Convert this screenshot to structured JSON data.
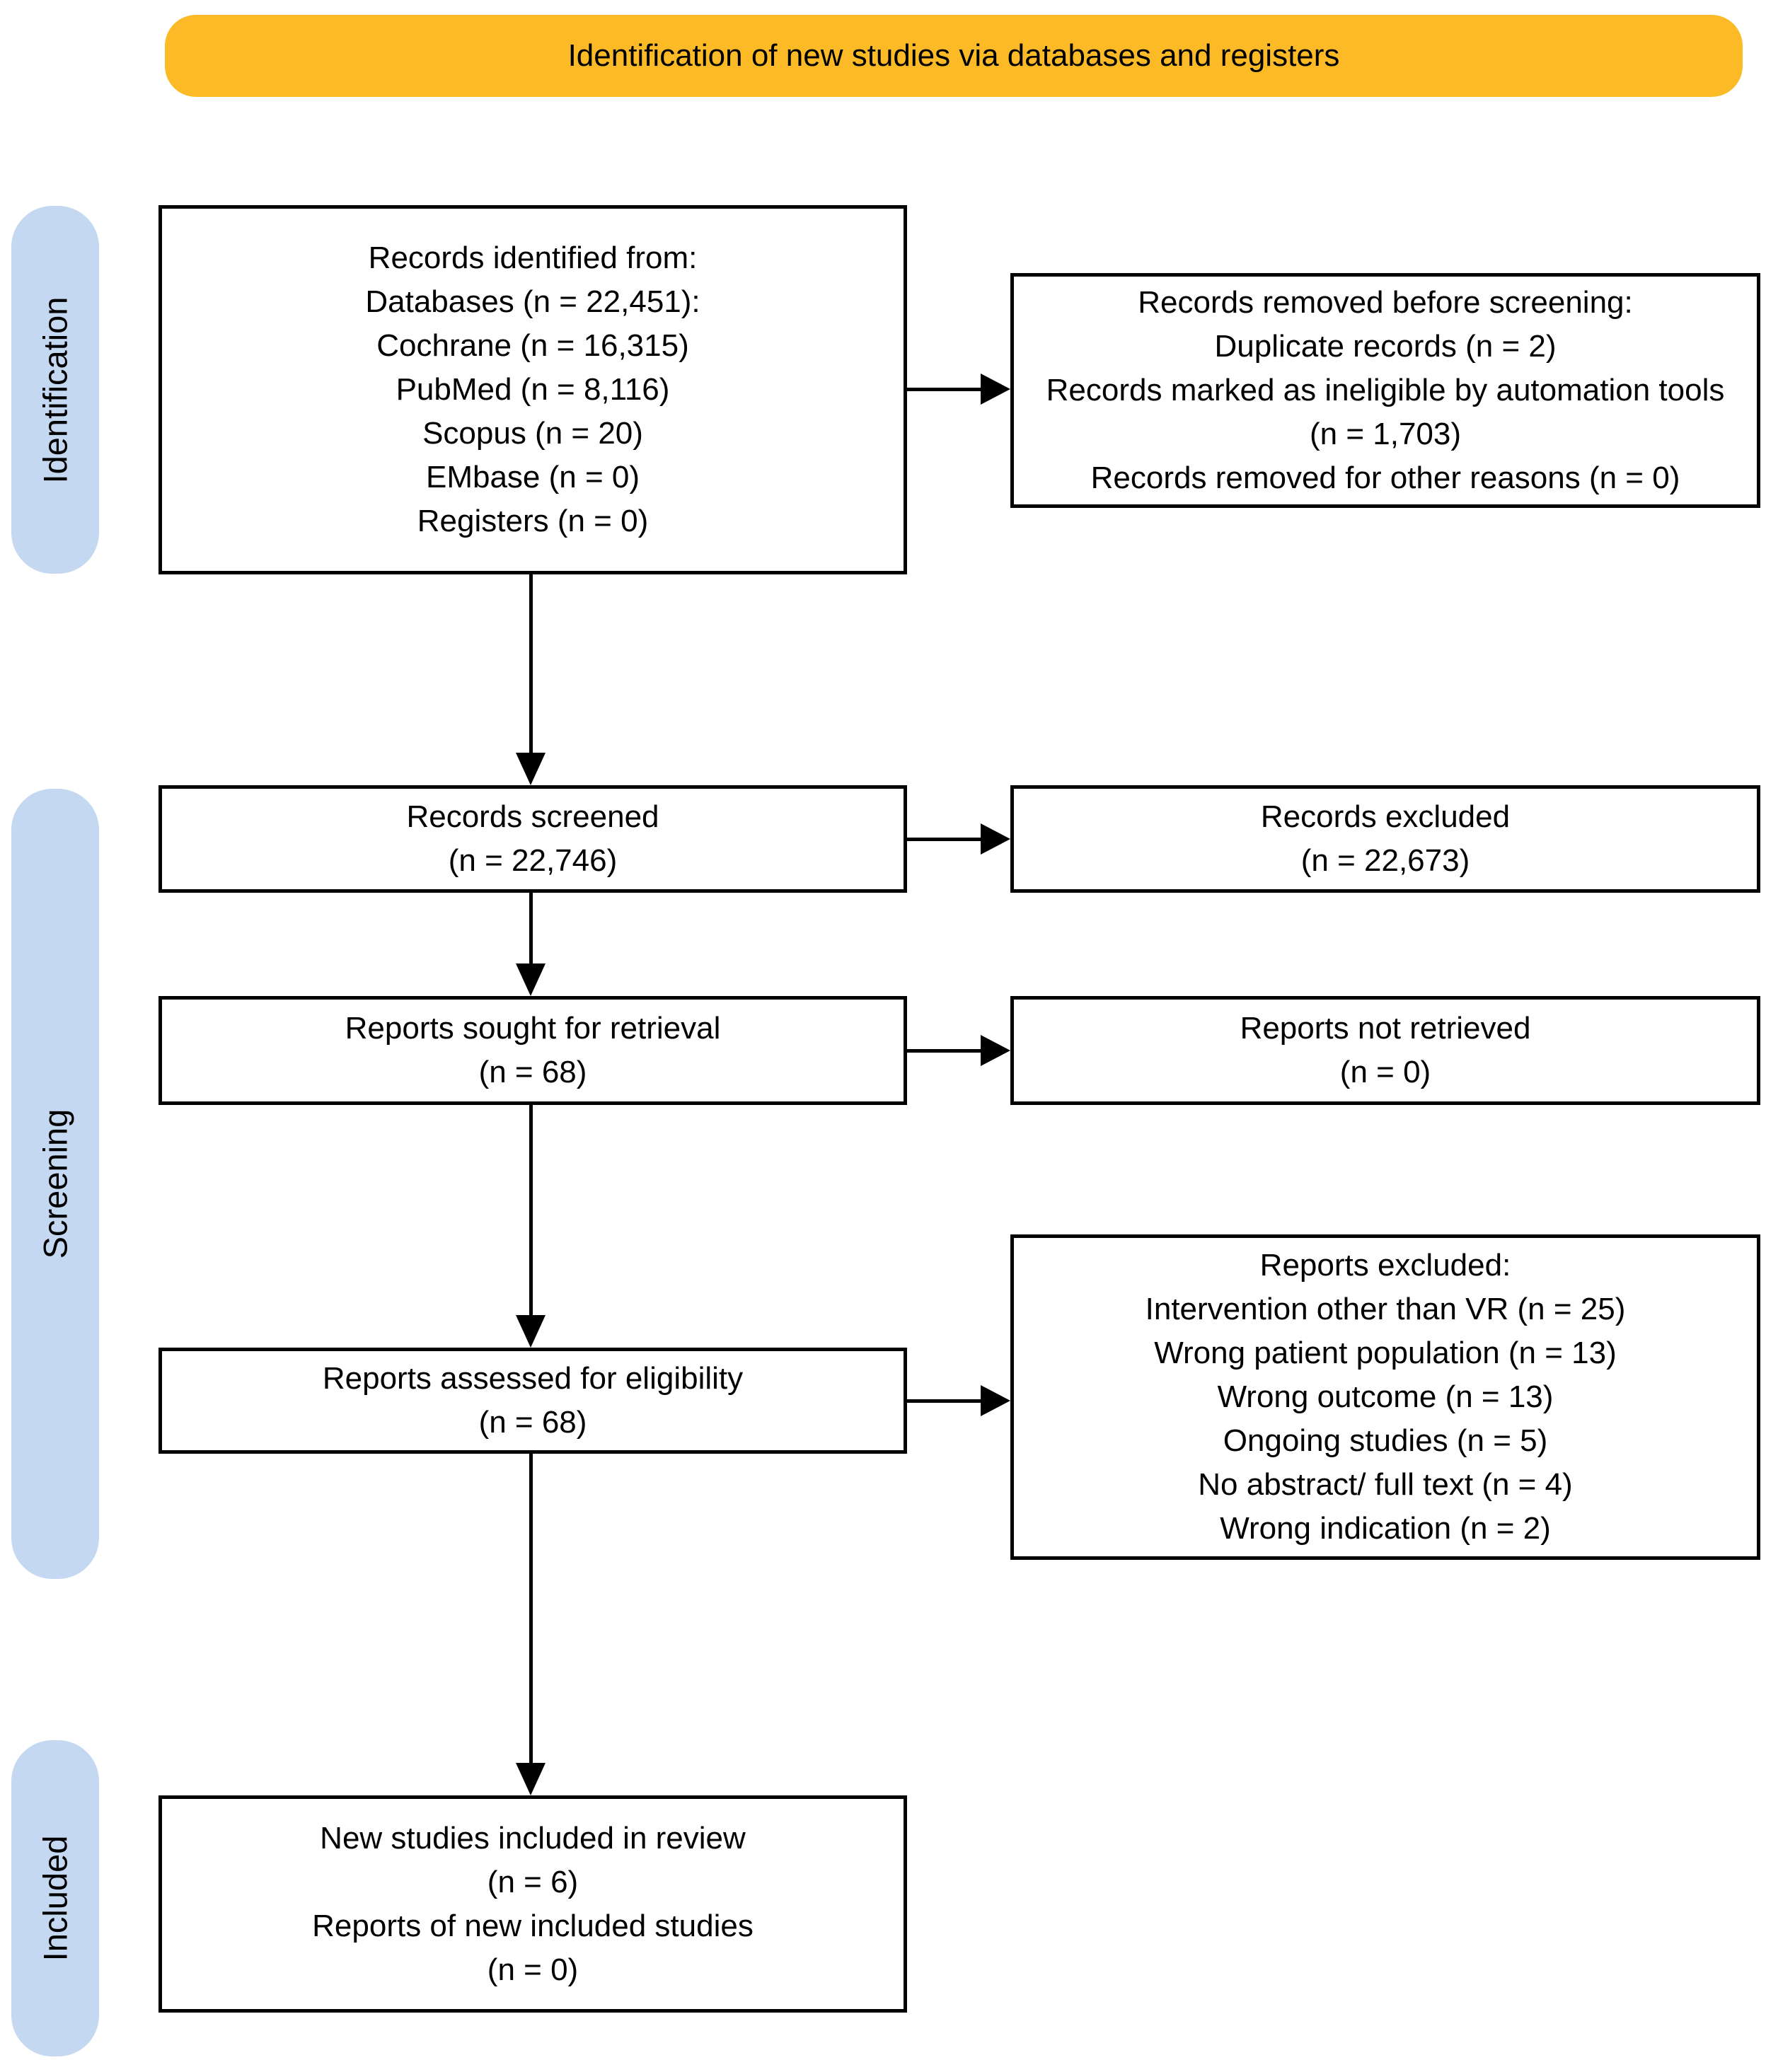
{
  "banner": {
    "title": "Identification of new studies via databases and registers"
  },
  "stages": [
    {
      "label": "Identification"
    },
    {
      "label": "Screening"
    },
    {
      "label": "Included"
    }
  ],
  "boxes": {
    "identified": {
      "lines": [
        "Records identified from:",
        "Databases (n = 22,451):",
        "Cochrane (n = 16,315)",
        "PubMed (n = 8,116)",
        "Scopus (n = 20)",
        "EMbase (n = 0)",
        "Registers (n = 0)"
      ]
    },
    "removed": {
      "lines": [
        "Records removed before screening:",
        "Duplicate records (n = 2)",
        "Records marked as ineligible by automation tools (n = 1,703)",
        "Records removed for other reasons (n = 0)"
      ]
    },
    "screened": {
      "lines": [
        "Records screened",
        "(n = 22,746)"
      ]
    },
    "records_excluded": {
      "lines": [
        "Records excluded",
        "(n = 22,673)"
      ]
    },
    "sought": {
      "lines": [
        "Reports sought for retrieval",
        "(n = 68)"
      ]
    },
    "not_retrieved": {
      "lines": [
        "Reports not retrieved",
        "(n = 0)"
      ]
    },
    "assessed": {
      "lines": [
        "Reports assessed for eligibility",
        "(n = 68)"
      ]
    },
    "reports_excluded": {
      "lines": [
        "Reports excluded:",
        "Intervention other than VR (n = 25)",
        "Wrong patient population (n = 13)",
        "Wrong outcome (n = 13)",
        "Ongoing studies (n = 5)",
        "No abstract/ full text (n = 4)",
        "Wrong indication (n = 2)"
      ]
    },
    "included": {
      "lines": [
        "New studies included in review",
        "(n = 6)",
        "Reports of new included studies",
        "(n = 0)"
      ]
    }
  },
  "colors": {
    "banner_bg": "#FBBA26",
    "stage_bg": "#C4D8F2",
    "box_border": "#000000",
    "arrow": "#000000",
    "background": "#FFFFFF"
  }
}
